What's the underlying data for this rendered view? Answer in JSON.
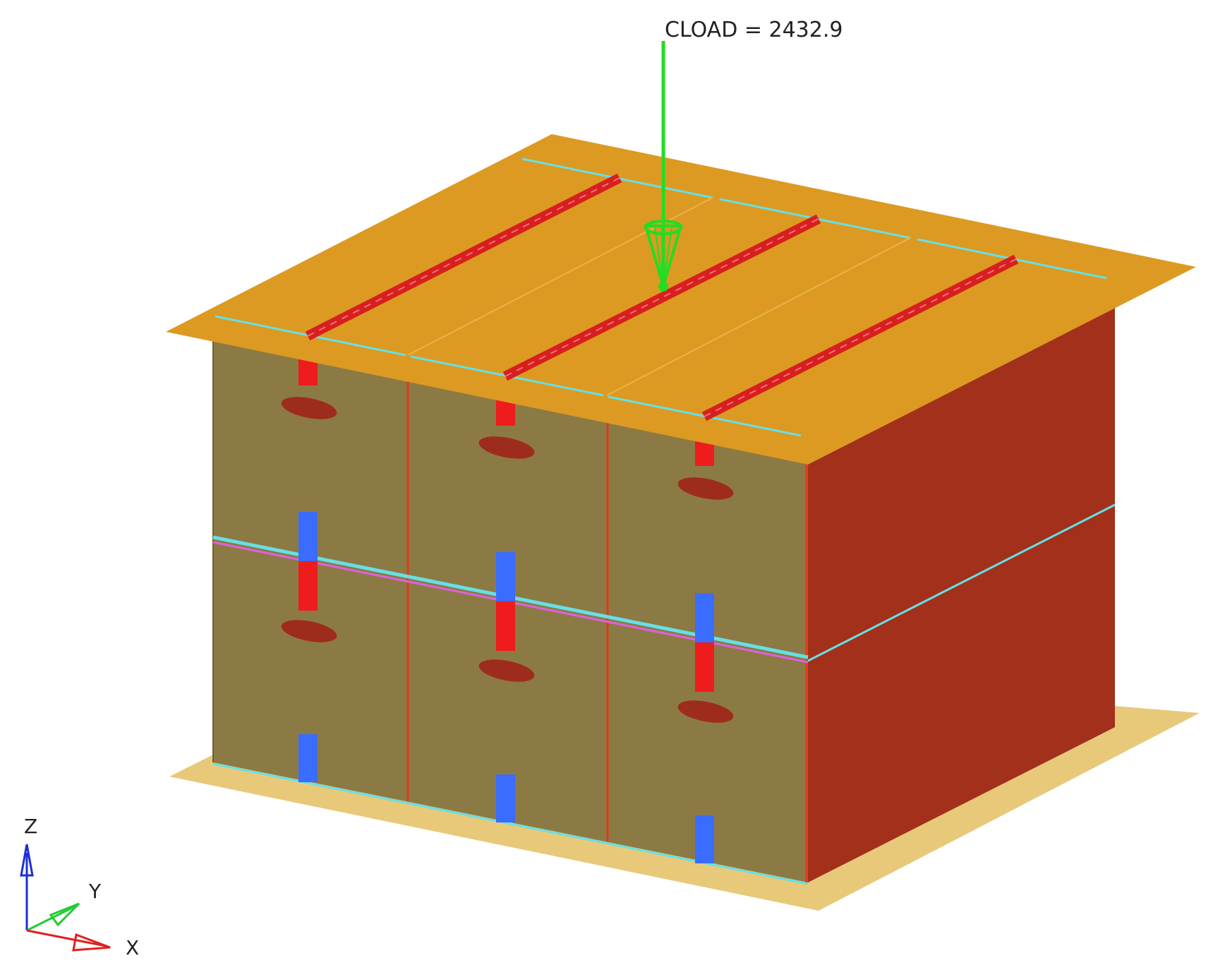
{
  "load": {
    "label": "CLOAD = 2432.9",
    "color": "#22dd22"
  },
  "triad": {
    "z_label": "Z",
    "y_label": "Y",
    "x_label": "X",
    "z_color": "#1a2fd6",
    "y_color": "#22cc33",
    "x_color": "#e02020"
  },
  "colors": {
    "top_board": "#dc9a22",
    "bottom_board": "#e8c97a",
    "box_front": "#8c7a44",
    "box_side": "#a2301a",
    "strap_red": "#ee1c1c",
    "strap_blue": "#3a6cff",
    "handle": "#9e2c1c",
    "seam_cyan": "#66e0e6",
    "seam_magenta": "#e060e0"
  }
}
